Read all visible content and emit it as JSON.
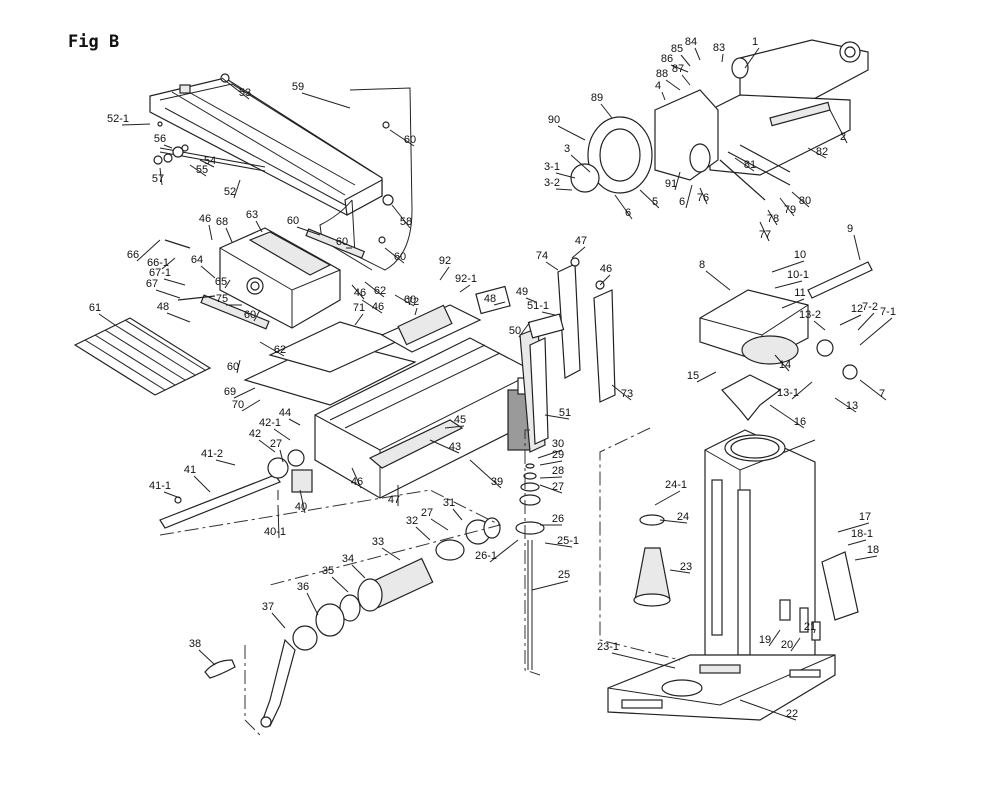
{
  "figure": {
    "title": "Fig B"
  },
  "labels": [
    "1",
    "2",
    "3",
    "3-1",
    "3-2",
    "4",
    "5",
    "6",
    "6",
    "7",
    "7-1",
    "7-2",
    "8",
    "9",
    "10",
    "10-1",
    "11",
    "12",
    "13",
    "13-1",
    "13-2",
    "14",
    "15",
    "16",
    "17",
    "18",
    "18-1",
    "19",
    "20",
    "21",
    "22",
    "23",
    "23-1",
    "24",
    "24-1",
    "25",
    "25-1",
    "26",
    "26-1",
    "27",
    "27",
    "27",
    "28",
    "29",
    "30",
    "31",
    "32",
    "33",
    "34",
    "35",
    "36",
    "37",
    "38",
    "39",
    "40",
    "40-1",
    "41",
    "41-1",
    "41-2",
    "42",
    "42-1",
    "43",
    "44",
    "45",
    "46",
    "46",
    "46",
    "46",
    "46",
    "47",
    "47",
    "48",
    "48",
    "49",
    "50",
    "51",
    "51-1",
    "52",
    "52-1",
    "53",
    "54",
    "55",
    "56",
    "57",
    "58",
    "59",
    "60",
    "60",
    "60",
    "60",
    "60",
    "60",
    "60",
    "61",
    "62",
    "62",
    "63",
    "64",
    "65",
    "66",
    "66-1",
    "67",
    "67-1",
    "68",
    "69",
    "70",
    "71",
    "72",
    "73",
    "74",
    "75",
    "76",
    "77",
    "78",
    "79",
    "80",
    "81",
    "82",
    "83",
    "84",
    "85",
    "86",
    "87",
    "88",
    "89",
    "90",
    "91",
    "92",
    "92-1"
  ]
}
